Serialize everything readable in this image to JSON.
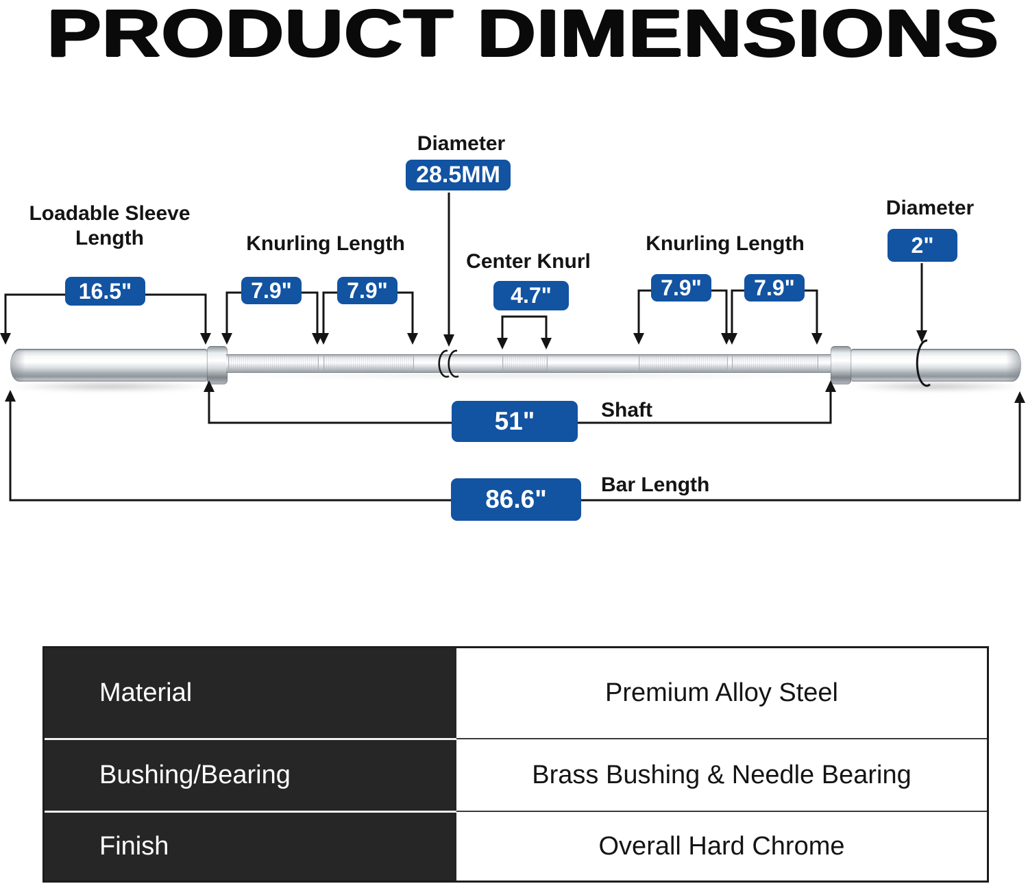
{
  "title": "PRODUCT DIMENSIONS",
  "accent_color": "#1253a2",
  "table_header_bg": "#262626",
  "diagram": {
    "loadable_sleeve": {
      "label_line1": "Loadable Sleeve",
      "label_line2": "Length",
      "value": "16.5\""
    },
    "knurling_left": {
      "label": "Knurling Length",
      "value_a": "7.9\"",
      "value_b": "7.9\""
    },
    "diameter_shaft": {
      "label": "Diameter",
      "value": "28.5MM"
    },
    "center_knurl": {
      "label": "Center Knurl",
      "value": "4.7\""
    },
    "knurling_right": {
      "label": "Knurling Length",
      "value_a": "7.9\"",
      "value_b": "7.9\""
    },
    "diameter_sleeve": {
      "label": "Diameter",
      "value": "2\""
    },
    "shaft": {
      "label": "Shaft",
      "value": "51\""
    },
    "bar_length": {
      "label": "Bar Length",
      "value": "86.6\""
    }
  },
  "spec_table": {
    "rows": [
      {
        "label": "Material",
        "value": "Premium Alloy Steel"
      },
      {
        "label": "Bushing/Bearing",
        "value": "Brass Bushing & Needle Bearing"
      },
      {
        "label": "Finish",
        "value": "Overall Hard Chrome"
      }
    ]
  }
}
